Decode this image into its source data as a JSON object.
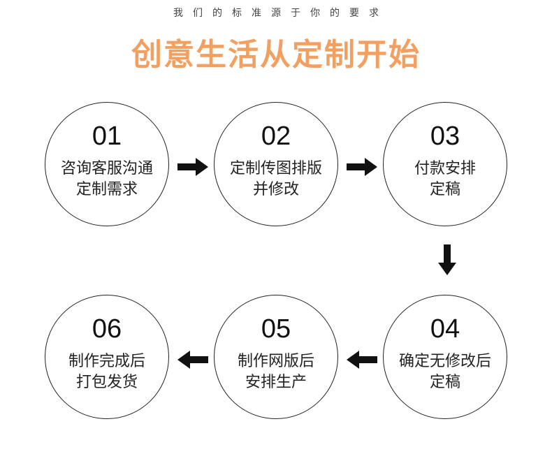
{
  "header": {
    "subtitle": "我们的标准源于你的要求",
    "title": "创意生活从定制开始"
  },
  "steps": [
    {
      "number": "01",
      "line1": "咨询客服沟通",
      "line2": "定制需求"
    },
    {
      "number": "02",
      "line1": "定制传图排版",
      "line2": "并修改"
    },
    {
      "number": "03",
      "line1": "付款安排",
      "line2": "定稿"
    },
    {
      "number": "04",
      "line1": "确定无修改后",
      "line2": "定稿"
    },
    {
      "number": "05",
      "line1": "制作网版后",
      "line2": "安排生产"
    },
    {
      "number": "06",
      "line1": "制作完成后",
      "line2": "打包发货"
    }
  ],
  "colors": {
    "title": "#f2a061",
    "circle_border": "#222222",
    "arrow": "#111111"
  },
  "icons": {
    "right_arrow": "right-arrow-icon",
    "down_arrow": "down-arrow-icon",
    "left_arrow": "left-arrow-icon"
  }
}
